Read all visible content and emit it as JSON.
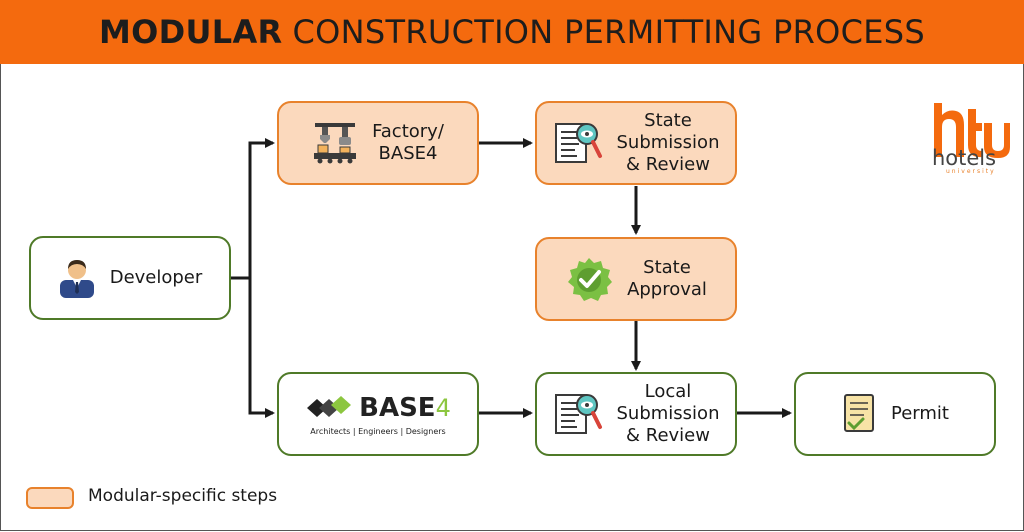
{
  "header": {
    "title_bold": "MODULAR",
    "title_rest": "CONSTRUCTION PERMITTING PROCESS",
    "background": "#f46a0e"
  },
  "nodes": {
    "developer": {
      "label": "Developer",
      "icon": "businessman-icon"
    },
    "factory": {
      "label_line1": "Factory/",
      "label_line2": "BASE4",
      "icon": "factory-robot-icon",
      "modular": true
    },
    "state_submission": {
      "label_line1": "State",
      "label_line2": "Submission",
      "label_line3": "& Review",
      "icon": "document-review-icon",
      "modular": true
    },
    "state_approval": {
      "label_line1": "State",
      "label_line2": "Approval",
      "icon": "approval-badge-icon",
      "modular": true
    },
    "base4": {
      "word": "BASE",
      "number": "4",
      "tagline": "Architects | Engineers | Designers",
      "icon": "base4-logo-icon"
    },
    "local_submission": {
      "label_line1": "Local",
      "label_line2": "Submission",
      "label_line3": "& Review",
      "icon": "document-review-icon"
    },
    "permit": {
      "label": "Permit",
      "icon": "permit-document-icon"
    }
  },
  "legend": {
    "label": "Modular-specific steps"
  },
  "logo": {
    "name": "hotels",
    "sub": "university"
  },
  "colors": {
    "modular_fill": "#fbd9bd",
    "modular_border": "#e8822c",
    "standard_border": "#4f7a28",
    "arrow": "#1a1a1a"
  }
}
